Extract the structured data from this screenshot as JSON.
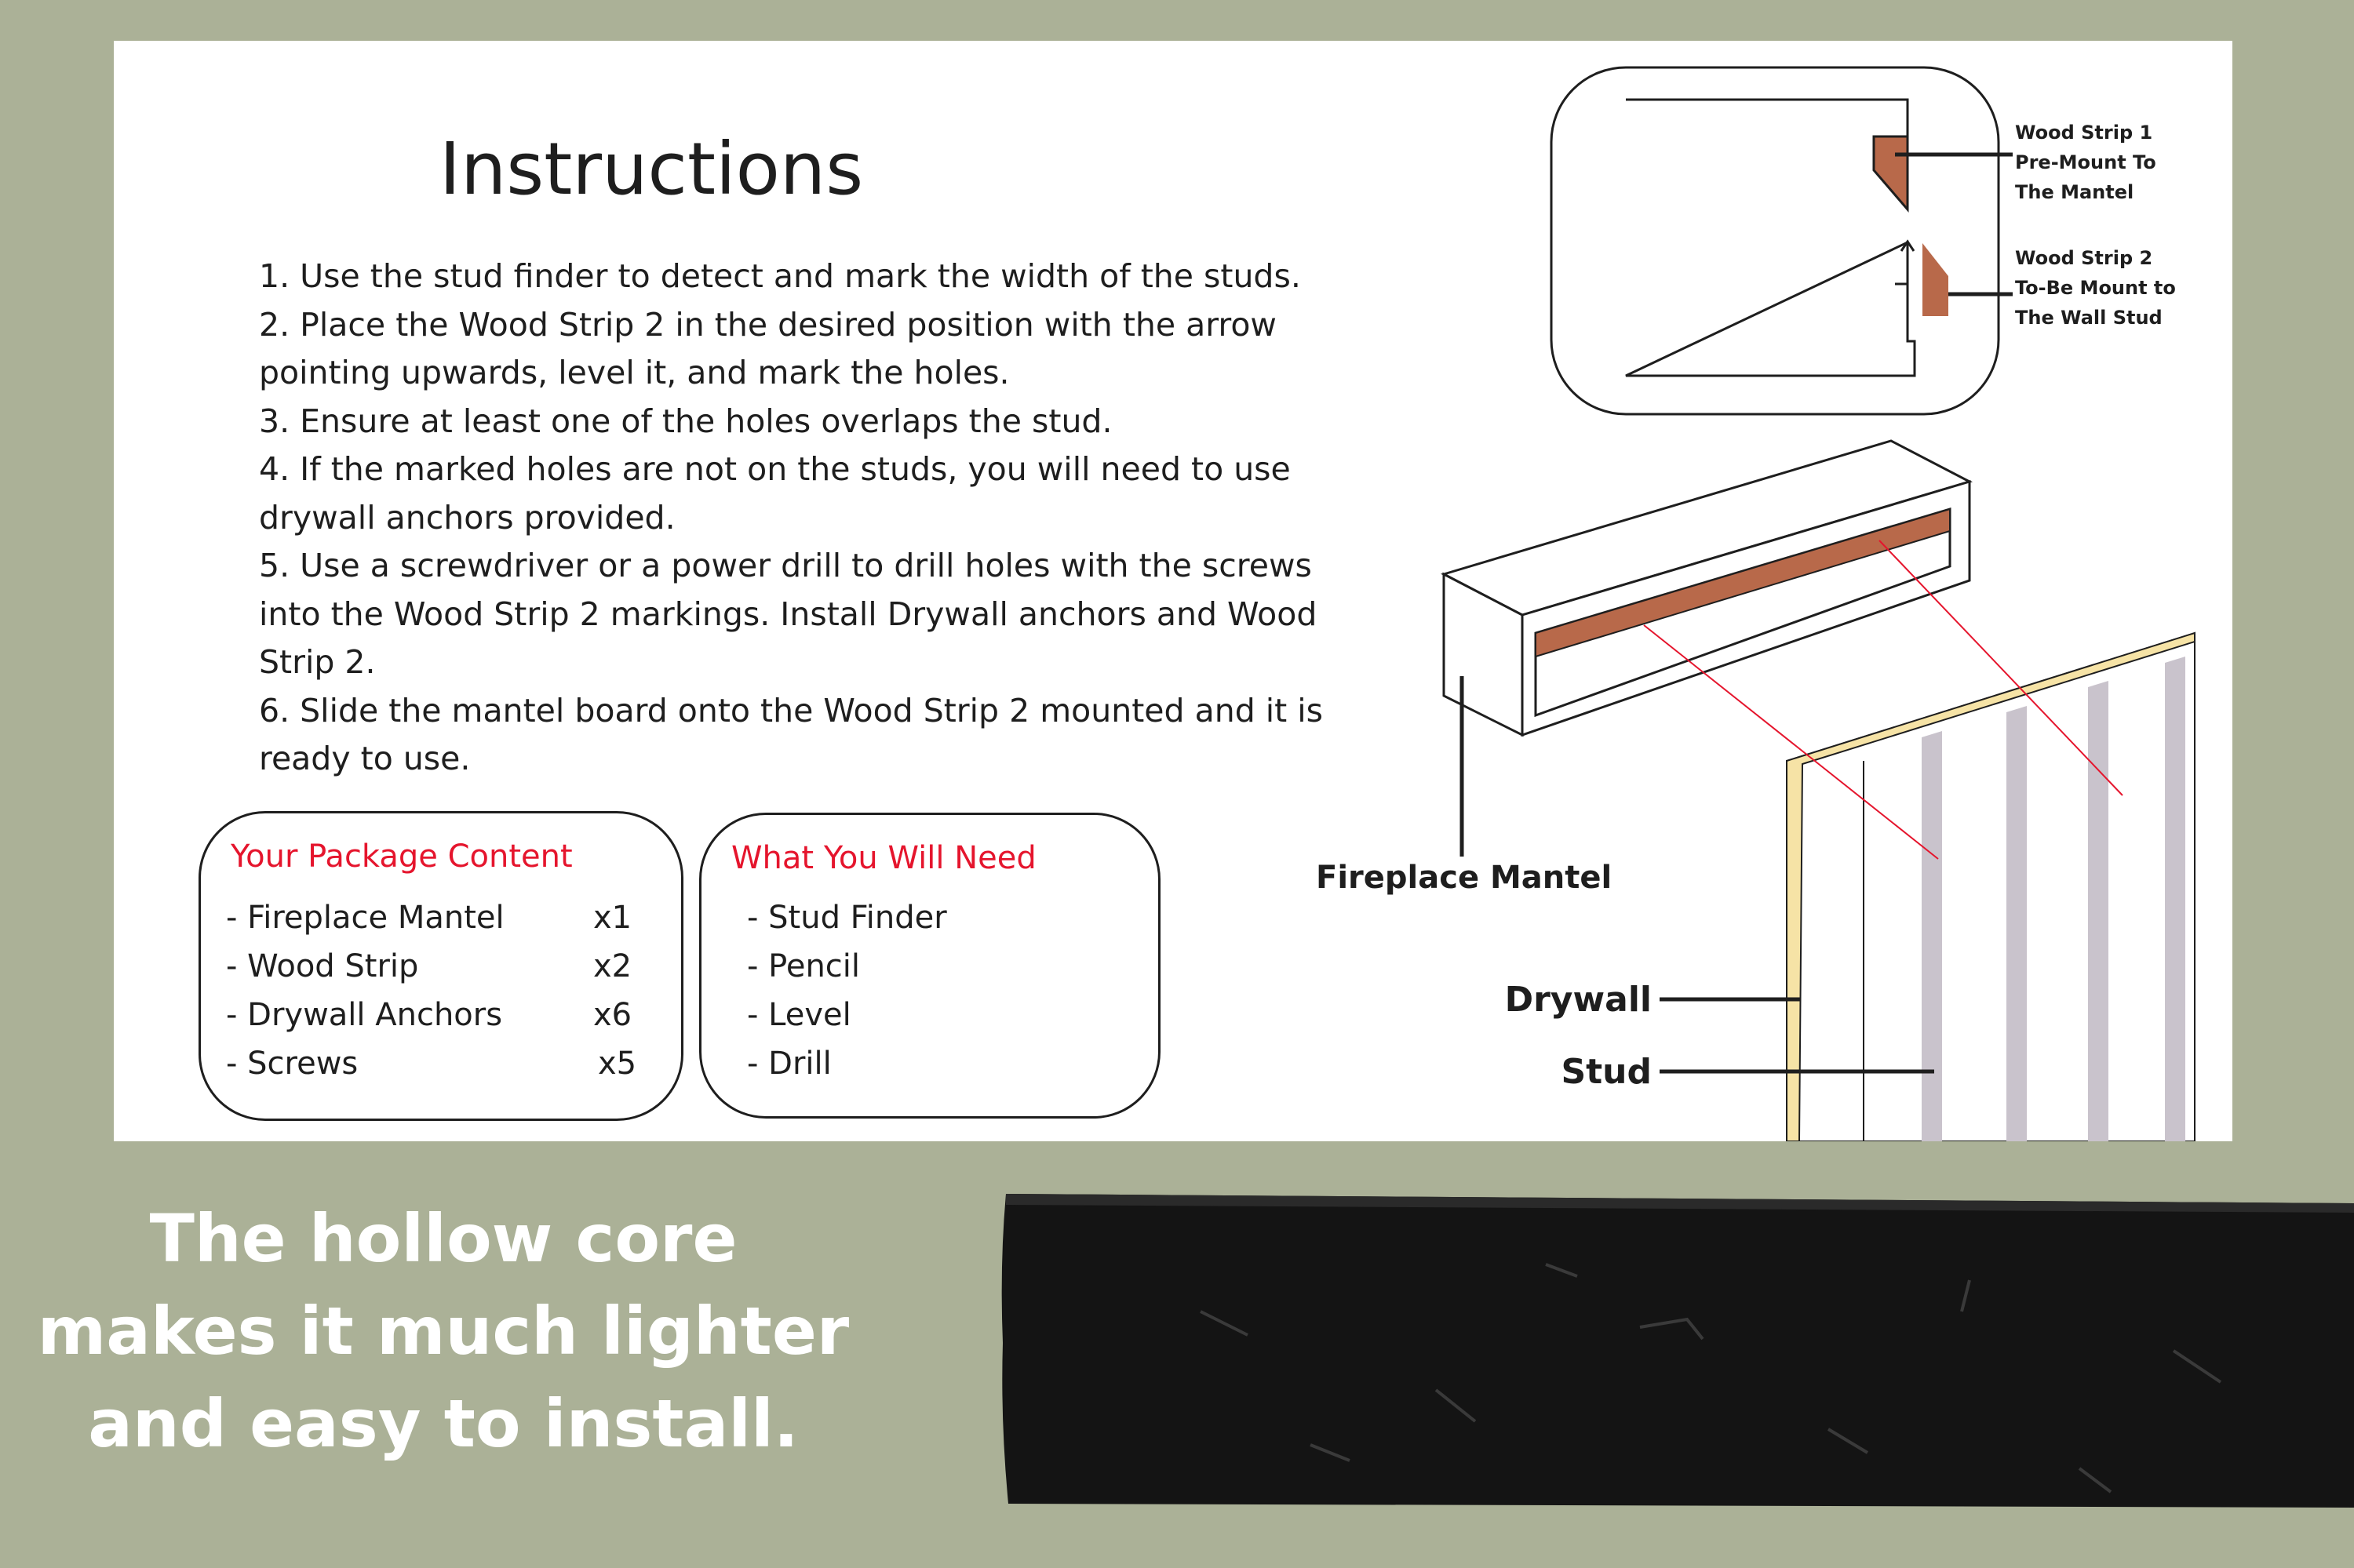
{
  "title": "Instructions",
  "steps": [
    "1. Use the stud finder to detect and mark the width of the studs.",
    "2. Place the Wood Strip 2 in the desired position with the arrow",
    "pointing upwards, level it, and mark the holes.",
    "3. Ensure at least one of the holes overlaps the stud.",
    "4. If the marked holes are not on the studs, you will need to use",
    "drywall anchors provided.",
    "5. Use a screwdriver or a power drill to drill holes with the screws",
    "into the Wood Strip 2 markings. Install Drywall anchors and Wood",
    "Strip 2.",
    "6. Slide the mantel board onto the Wood Strip 2 mounted and  it is",
    "ready to use."
  ],
  "package": {
    "heading": "Your Package Content",
    "items": [
      {
        "name": "- Fireplace Mantel",
        "qty": "x1"
      },
      {
        "name": "- Wood Strip",
        "qty": "x2"
      },
      {
        "name": "- Drywall Anchors",
        "qty": "x6"
      },
      {
        "name": "- Screws",
        "qty": "x5"
      }
    ]
  },
  "need": {
    "heading": "What You Will Need",
    "items": [
      "- Stud Finder",
      "- Pencil",
      "- Level",
      "- Drill"
    ]
  },
  "diagram": {
    "strip1": [
      "Wood Strip 1",
      "Pre-Mount To",
      "The Mantel"
    ],
    "strip2": [
      "Wood Strip 2",
      "To-Be Mount to",
      "The Wall Stud"
    ],
    "mantel_label": "Fireplace Mantel",
    "drywall_label": "Drywall",
    "stud_label": "Stud"
  },
  "slogan": [
    "The hollow core",
    "makes it much lighter",
    "and easy to install."
  ],
  "colors": {
    "background": "#abb197",
    "accent_red": "#e5152d",
    "wood": "#b8694a",
    "drywall": "#f6e3a6",
    "stud": "#c9c3cc",
    "beam": "#141414"
  }
}
